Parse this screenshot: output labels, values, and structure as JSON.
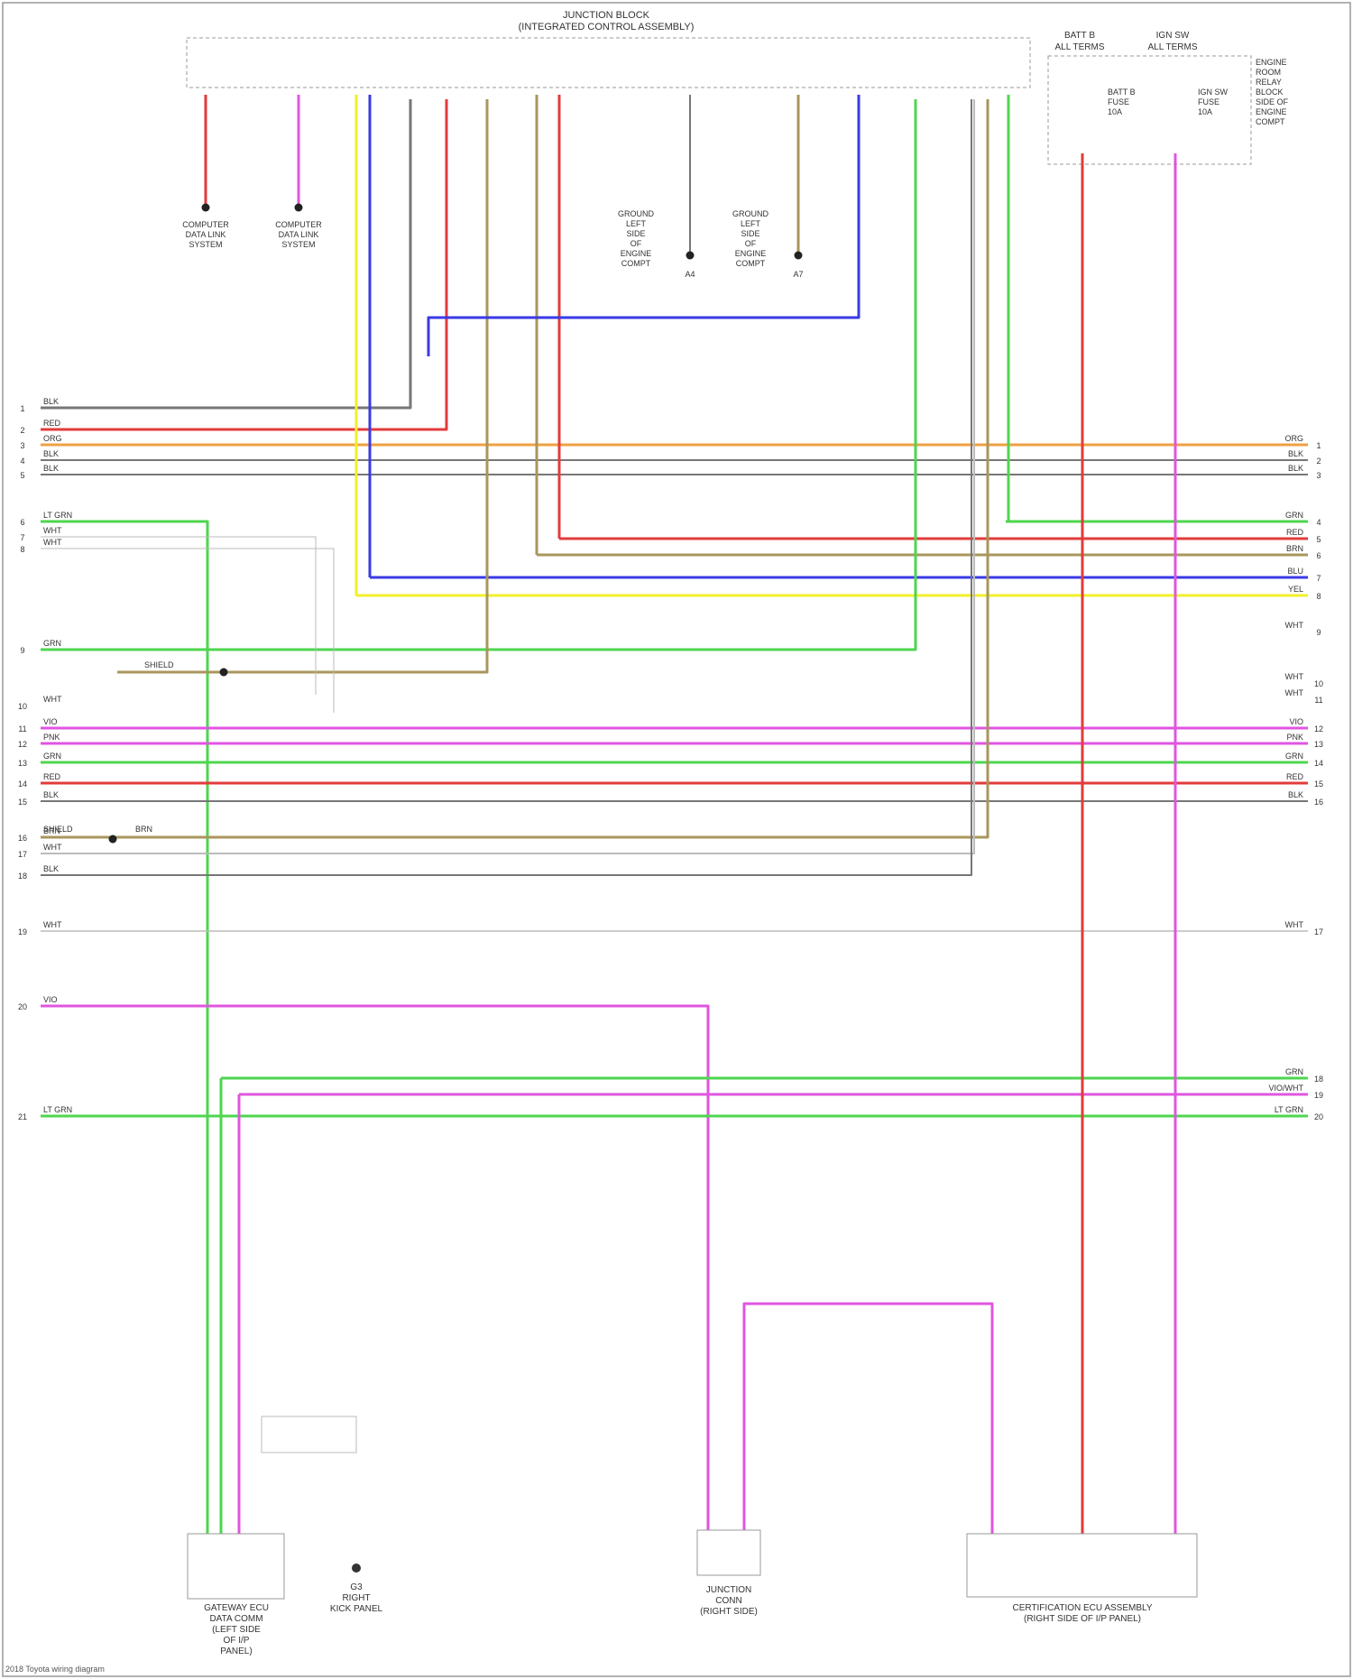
{
  "header": {
    "ecu_title_line1": "JUNCTION BLOCK",
    "ecu_title_line2": "(INTEGRATED CONTROL ASSEMBLY)"
  },
  "fuses": {
    "fuse1_title": "BATT B",
    "fuse1_sub": "ALL TERMS",
    "fuse2_title": "IGN SW",
    "fuse2_sub": "ALL TERMS",
    "fuse1_label": "BATT B\nFUSE\n10A",
    "fuse2_label": "IGN SW\nFUSE\n10A",
    "box_label": "ENGINE\nROOM\nRELAY\nBLOCK\nSIDE OF\nENGINE\nCOMPT"
  },
  "top_components": [
    {
      "label": "COMPUTER\nDATA LINK\nSYSTEM"
    },
    {
      "label": "COMPUTER\nDATA LINK\nSYSTEM"
    },
    {
      "label": "GROUND\nLEFT\nSIDE\nOF\nENGINE\nCOMPT"
    },
    {
      "label": "GROUND\nLEFT\nSIDE\nOF\nENGINE\nCOMPT"
    }
  ],
  "ground_ids": [
    "A4",
    "A7"
  ],
  "left_rows": [
    {
      "num": "1",
      "color": "BLK"
    },
    {
      "num": "2",
      "color": "RED"
    },
    {
      "num": "3",
      "color": "ORG"
    },
    {
      "num": "4",
      "color": "BLK"
    },
    {
      "num": "5",
      "color": "BLK"
    },
    {
      "num": "6",
      "color": "LT GRN"
    },
    {
      "num": "7",
      "color": "WHT"
    },
    {
      "num": "8",
      "color": "WHT"
    },
    {
      "num": "9",
      "color": "GRN"
    },
    {
      "num": "10",
      "color": "WHT"
    },
    {
      "num": "11",
      "color": "VIO"
    },
    {
      "num": "12",
      "color": "PNK"
    },
    {
      "num": "13",
      "color": "GRN"
    },
    {
      "num": "14",
      "color": "RED"
    },
    {
      "num": "15",
      "color": "BLK"
    },
    {
      "num": "16",
      "color": "BRN"
    },
    {
      "num": "17",
      "color": "WHT"
    },
    {
      "num": "18",
      "color": "BLK"
    },
    {
      "num": "19",
      "color": "WHT"
    },
    {
      "num": "20",
      "color": "VIO"
    },
    {
      "num": "21",
      "color": "LT GRN"
    }
  ],
  "right_rows": [
    {
      "num": "1",
      "color": "ORG"
    },
    {
      "num": "2",
      "color": "BLK"
    },
    {
      "num": "3",
      "color": "BLK"
    },
    {
      "num": "4",
      "color": "GRN"
    },
    {
      "num": "5",
      "color": "RED"
    },
    {
      "num": "6",
      "color": "BRN"
    },
    {
      "num": "7",
      "color": "BLU"
    },
    {
      "num": "8",
      "color": "YEL"
    },
    {
      "num": "9",
      "color": "WHT"
    },
    {
      "num": "10",
      "color": "WHT"
    },
    {
      "num": "11",
      "color": "WHT"
    },
    {
      "num": "12",
      "color": "VIO"
    },
    {
      "num": "13",
      "color": "PNK"
    },
    {
      "num": "14",
      "color": "GRN"
    },
    {
      "num": "15",
      "color": "RED"
    },
    {
      "num": "16",
      "color": "BLK"
    },
    {
      "num": "17",
      "color": "WHT"
    },
    {
      "num": "18",
      "color": "GRN"
    },
    {
      "num": "19",
      "color": "VIO/WHT"
    },
    {
      "num": "20",
      "color": "LT GRN"
    }
  ],
  "splice_labels": [
    "SHIELD",
    "SHIELD",
    "BRN"
  ],
  "bottom_components": {
    "left": "GATEWAY ECU\nDATA COMM\n(LEFT SIDE\nOF I/P\nPANEL)",
    "ground": "G3\nRIGHT\nKICK PANEL",
    "middle": "JUNCTION\nCONN\n(RIGHT SIDE)",
    "right": "CERTIFICATION ECU ASSEMBLY\n(RIGHT SIDE OF I/P PANEL)"
  },
  "footer_text": "2018 Toyota wiring diagram",
  "colors": {
    "red": "#e23b3b",
    "violet": "#e055e0",
    "yellow": "#f2ef2a",
    "blue": "#3a3ae6",
    "green": "#4ed64e",
    "brown": "#a8965c",
    "black": "#777777",
    "gray": "#bbbbbb",
    "orange": "#f0a040"
  }
}
